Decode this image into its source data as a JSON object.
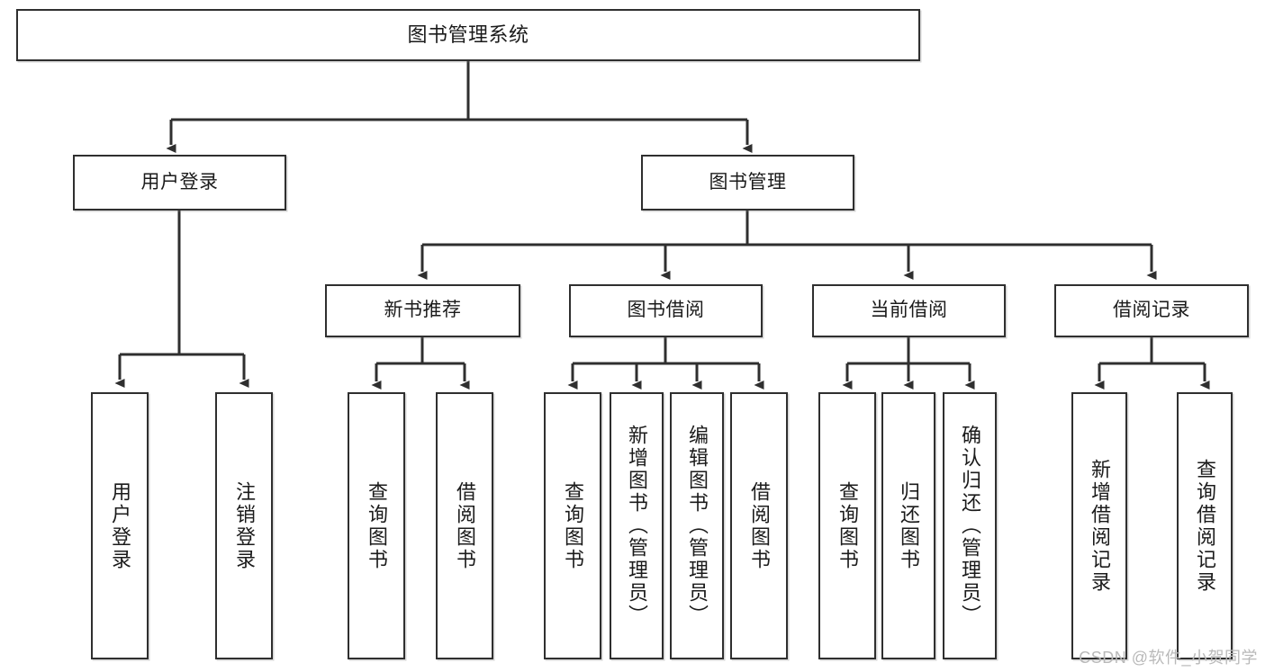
{
  "diagram": {
    "title": "图书管理系统",
    "type": "tree-hierarchy-chart",
    "colors": {
      "box_border": "#2f2f2f",
      "box_fill": "#ffffff",
      "connector": "#2f2f2f",
      "watermark": "#b9b9b9",
      "background": "#ffffff"
    },
    "root": {
      "label": "图书管理系统"
    },
    "level1": [
      {
        "label": "用户登录"
      },
      {
        "label": "图书管理"
      }
    ],
    "level2": [
      {
        "label": "新书推荐"
      },
      {
        "label": "图书借阅"
      },
      {
        "label": "当前借阅"
      },
      {
        "label": "借阅记录"
      }
    ],
    "leaves_user_login": [
      {
        "label": "用户登录"
      },
      {
        "label": "注销登录"
      }
    ],
    "leaves_new_book": [
      {
        "label": "查询图书"
      },
      {
        "label": "借阅图书"
      }
    ],
    "leaves_borrow": [
      {
        "label": "查询图书"
      },
      {
        "label": "新增图书（管理员）"
      },
      {
        "label": "编辑图书（管理员）"
      },
      {
        "label": "借阅图书"
      }
    ],
    "leaves_current": [
      {
        "label": "查询图书"
      },
      {
        "label": "归还图书"
      },
      {
        "label": "确认归还（管理员）"
      }
    ],
    "leaves_records": [
      {
        "label": "新增借阅记录"
      },
      {
        "label": "查询借阅记录"
      }
    ]
  },
  "watermark": {
    "text": "CSDN @软件_小贺同学"
  }
}
